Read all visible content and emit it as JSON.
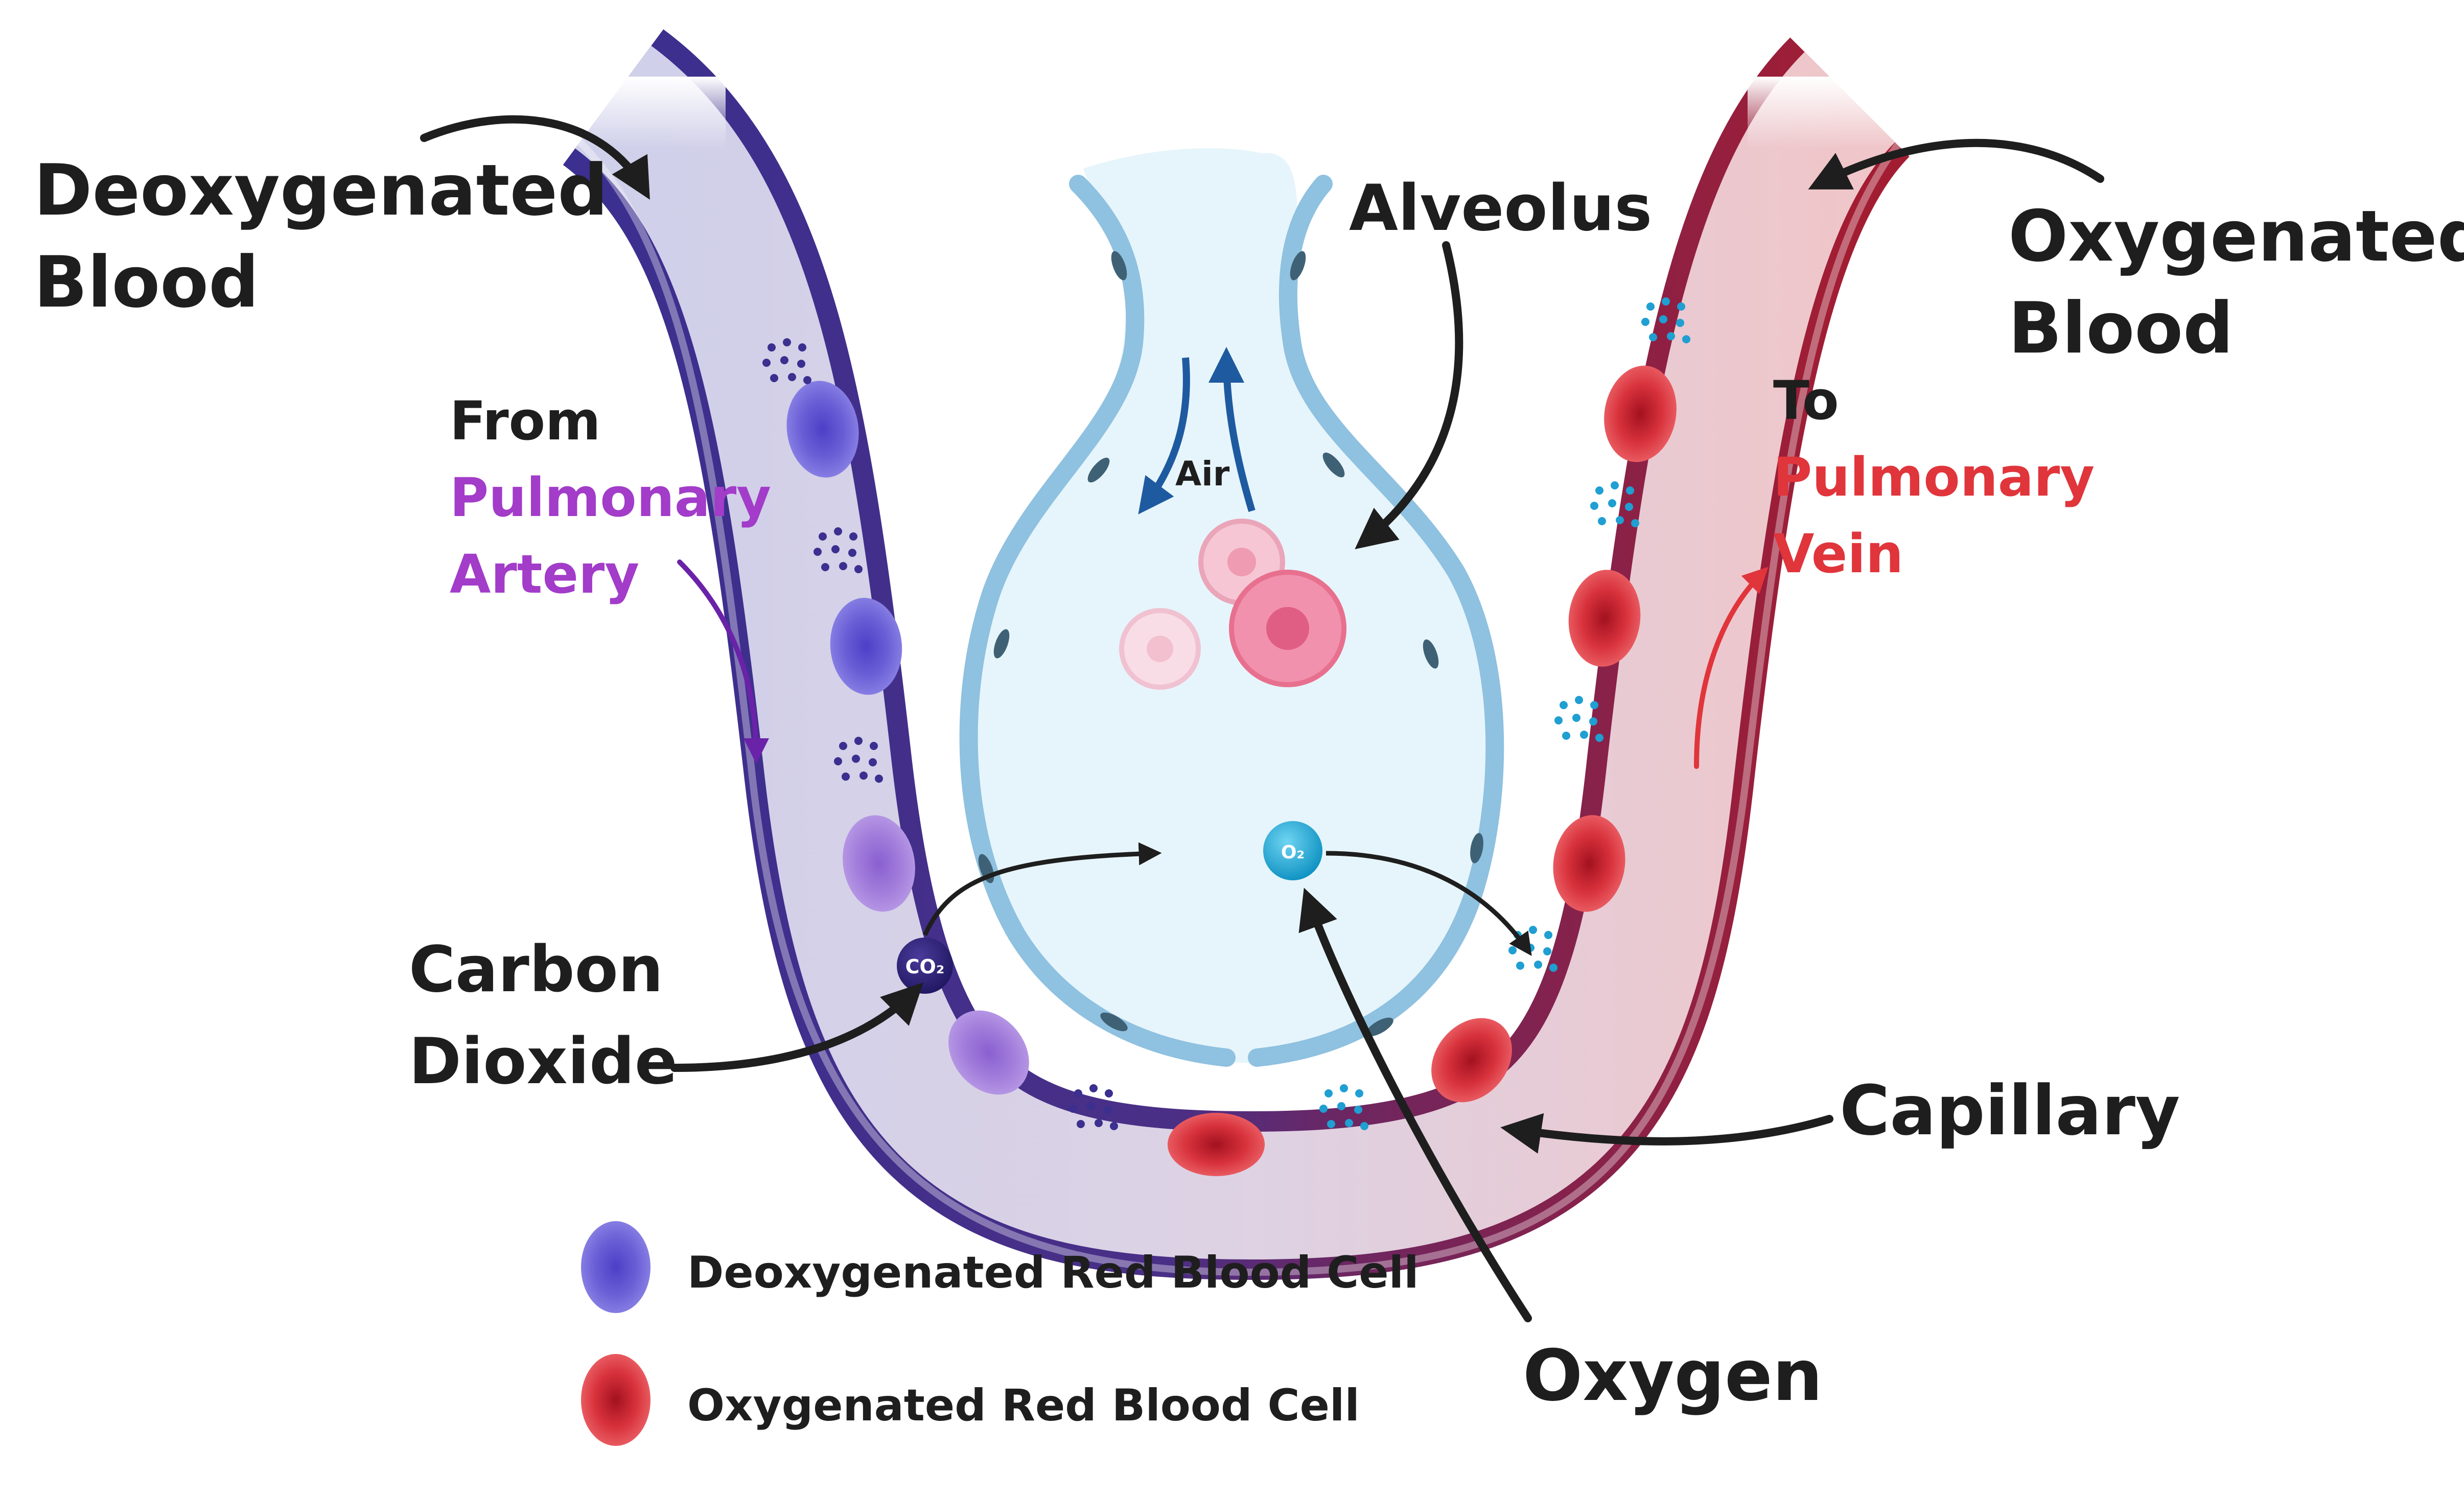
{
  "labels": {
    "deoxygenated_blood": [
      "Deoxygenated",
      "Blood"
    ],
    "oxygenated_blood": [
      "Oxygenated",
      "Blood"
    ],
    "alveolus": "Alveolus",
    "air": "Air",
    "from": "From",
    "pulmonary_artery": [
      "Pulmonary",
      "Artery"
    ],
    "to": "To",
    "pulmonary_vein": [
      "Pulmonary",
      "Vein"
    ],
    "carbon_dioxide": [
      "Carbon",
      "Dioxide"
    ],
    "capillary": "Capillary",
    "oxygen": "Oxygen",
    "co2_badge": "CO₂",
    "o2_badge": "O₂"
  },
  "legend": [
    {
      "label": "Deoxygenated Red Blood Cell",
      "color": "#6a5acd"
    },
    {
      "label": "Oxygenated Red Blood Cell",
      "color": "#d8323c"
    }
  ],
  "colors": {
    "deoxygenated": "#3b2f8f",
    "oxygenated": "#9e1b2f",
    "artery_text": "#a23cc9",
    "vein_text": "#e0353b",
    "alveolus_fill": "#e6f5fb",
    "alveolus_wall": "#8fc1e0"
  }
}
